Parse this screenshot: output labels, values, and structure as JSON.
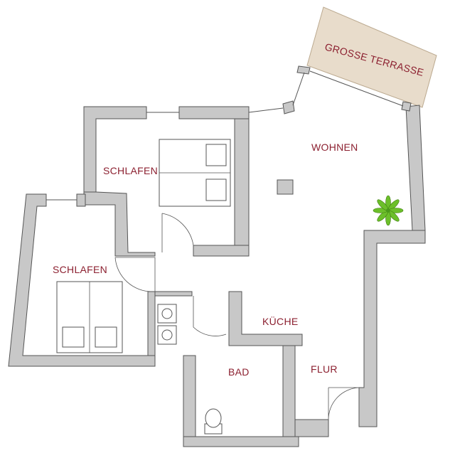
{
  "rooms": {
    "terrace": "GROSSE TERRASSE",
    "living": "WOHNEN",
    "bedroom_1": "SCHLAFEN",
    "bedroom_2": "SCHLAFEN",
    "kitchen": "KÜCHE",
    "bath": "BAD",
    "hall": "FLUR"
  },
  "colors": {
    "wall": "#c8c8c8",
    "label": "#8c2030",
    "terrace": "#e8dccb",
    "plant": "#6cbf2a"
  }
}
